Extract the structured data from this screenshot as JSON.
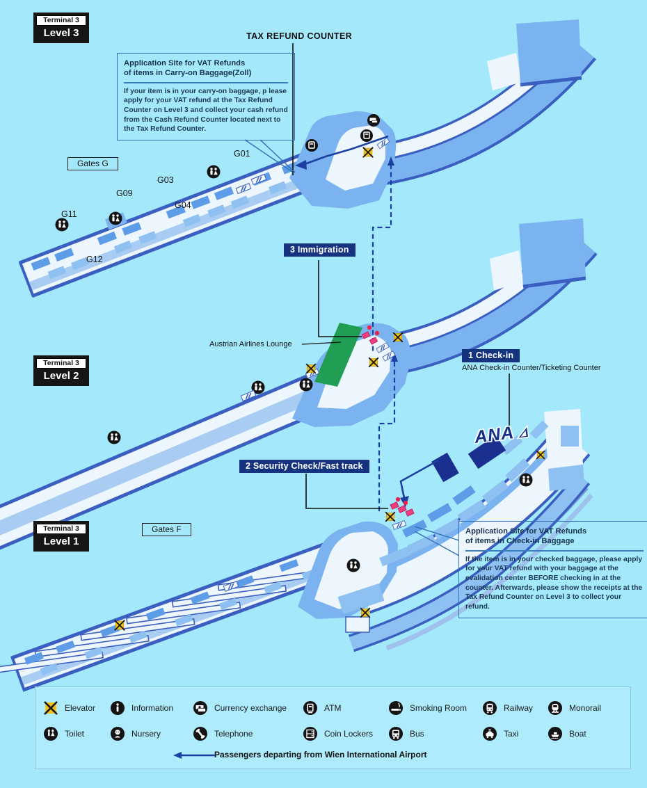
{
  "map": {
    "badges": [
      {
        "terminal": "Terminal 3",
        "level": "Level 3"
      },
      {
        "terminal": "Terminal 3",
        "level": "Level 2"
      },
      {
        "terminal": "Terminal 3",
        "level": "Level 1"
      }
    ],
    "tax_refund_counter": "TAX REFUND COUNTER",
    "gates_g": "Gates G",
    "gates_f": "Gates F",
    "gate_labels": [
      "G01",
      "G03",
      "G09",
      "G11",
      "G04",
      "G12"
    ],
    "immigration": "3 Immigration",
    "lounge": "Austrian Airlines Lounge",
    "checkin": "1 Check-in",
    "checkin_sub": "ANA Check-in Counter/Ticketing Counter",
    "security": "2 Security Check/Fast track",
    "ana_logo": "ANA",
    "callout_carry_on": {
      "title": "Application Site for VAT Refunds\nof items in Carry-on Baggage(Zoll)",
      "body": "If your item is in your carry-on baggage, p lease apply for your VAT refund at the Tax Refund Counter on Level 3 and collect your cash refund from the Cash Refund Counter located next to the Tax Refund Counter."
    },
    "callout_check_in": {
      "title": "Application Site for VAT Refunds\nof items in Check-in Baggage",
      "body": "If the item is in your checked baggage, please apply for your VAT refund with your baggage at the evalidation center BEFORE checking in at the counter. Afterwards, please show the receipts at the Tax Refund Counter on Level 3 to collect your refund."
    }
  },
  "legend": {
    "items": [
      {
        "icon": "elevator",
        "label": "Elevator"
      },
      {
        "icon": "information",
        "label": "Information"
      },
      {
        "icon": "currency-exchange",
        "label": "Currency exchange"
      },
      {
        "icon": "atm",
        "label": "ATM"
      },
      {
        "icon": "smoking-room",
        "label": "Smoking Room"
      },
      {
        "icon": "railway",
        "label": "Railway"
      },
      {
        "icon": "monorail",
        "label": "Monorail"
      },
      {
        "icon": "toilet",
        "label": "Toilet"
      },
      {
        "icon": "nursery",
        "label": "Nursery"
      },
      {
        "icon": "telephone",
        "label": "Telephone"
      },
      {
        "icon": "coin-lockers",
        "label": "Coin Lockers"
      },
      {
        "icon": "bus",
        "label": "Bus"
      },
      {
        "icon": "taxi",
        "label": "Taxi"
      },
      {
        "icon": "boat",
        "label": "Boat"
      }
    ],
    "note": "Passengers departing from Wien International Airport"
  },
  "colors": {
    "background": "#a4e9fb",
    "pier_border": "#3a5fc0",
    "floor_white": "#eef6fd",
    "band_blue": "#7ab3ef",
    "stripe_blue": "#a9cdf2",
    "gate_box": "#5d9de8",
    "lounge_green": "#1f9e54",
    "label_navy": "#16337f",
    "route_navy": "#1b3fa3",
    "checkpoint_pink": "#f0407f",
    "elevator_yellow": "#f3c21b"
  }
}
